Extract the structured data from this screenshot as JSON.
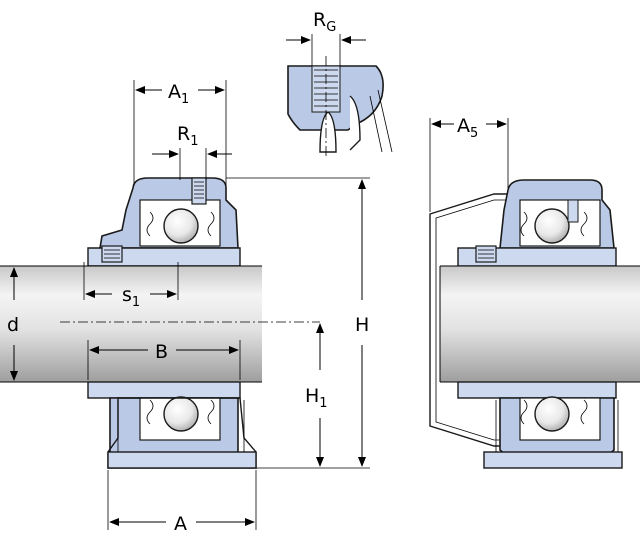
{
  "diagram": {
    "colors": {
      "housing": "#b9c9e6",
      "housing_light": "#cdd9ef",
      "shaft": "#d9d9d9",
      "lines": "#000000"
    },
    "labels": {
      "RG": {
        "main": "R",
        "sub": "G"
      },
      "A1": {
        "main": "A",
        "sub": "1"
      },
      "R1": {
        "main": "R",
        "sub": "1"
      },
      "A5": {
        "main": "A",
        "sub": "5"
      },
      "s1": {
        "main": "s",
        "sub": "1"
      },
      "d": {
        "main": "d",
        "sub": ""
      },
      "B": {
        "main": "B",
        "sub": ""
      },
      "H": {
        "main": "H",
        "sub": ""
      },
      "H1": {
        "main": "H",
        "sub": "1"
      },
      "A": {
        "main": "A",
        "sub": ""
      }
    }
  }
}
